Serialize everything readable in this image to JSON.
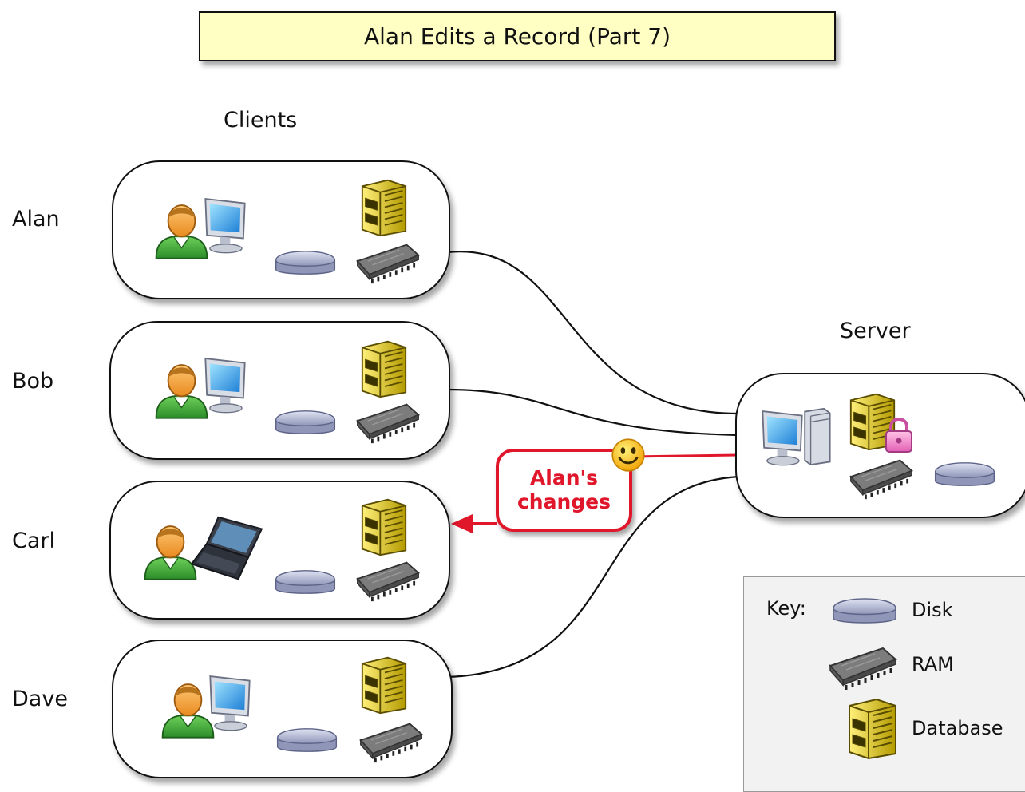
{
  "title": "Alan Edits a Record (Part 7)",
  "section_labels": {
    "clients": "Clients",
    "server": "Server"
  },
  "clients": [
    {
      "name": "Alan",
      "device": "desktop-computer"
    },
    {
      "name": "Bob",
      "device": "desktop-computer"
    },
    {
      "name": "Carl",
      "device": "laptop-computer"
    },
    {
      "name": "Dave",
      "device": "desktop-computer"
    }
  ],
  "server": {
    "database_locked": true
  },
  "callout": {
    "line1": "Alan's",
    "line2": "changes",
    "emoji": "smiley-face"
  },
  "key": {
    "heading": "Key:",
    "items": [
      {
        "icon": "disk-icon",
        "label": "Disk"
      },
      {
        "icon": "ram-icon",
        "label": "RAM"
      },
      {
        "icon": "database-icon",
        "label": "Database"
      }
    ]
  },
  "colors": {
    "title_fill": "#ffffc4",
    "highlight": "#e0162b",
    "key_fill": "#f2f2f2"
  }
}
